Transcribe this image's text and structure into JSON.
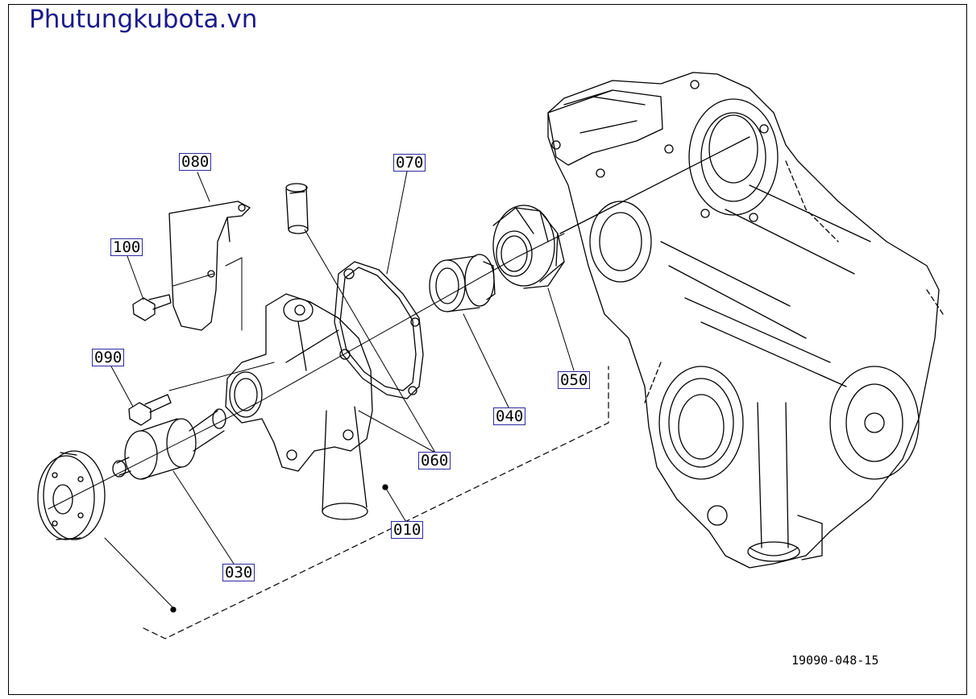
{
  "watermark": "Phutungkubota.vn",
  "figure_number": "19090-048-15",
  "parts": [
    {
      "id": "080"
    },
    {
      "id": "100"
    },
    {
      "id": "090"
    },
    {
      "id": "070"
    },
    {
      "id": "050"
    },
    {
      "id": "040"
    },
    {
      "id": "060"
    },
    {
      "id": "010"
    },
    {
      "id": "030"
    }
  ],
  "colors": {
    "watermark": "#1a1a8c",
    "label_border": "#2a2aa0",
    "line": "#000000"
  }
}
